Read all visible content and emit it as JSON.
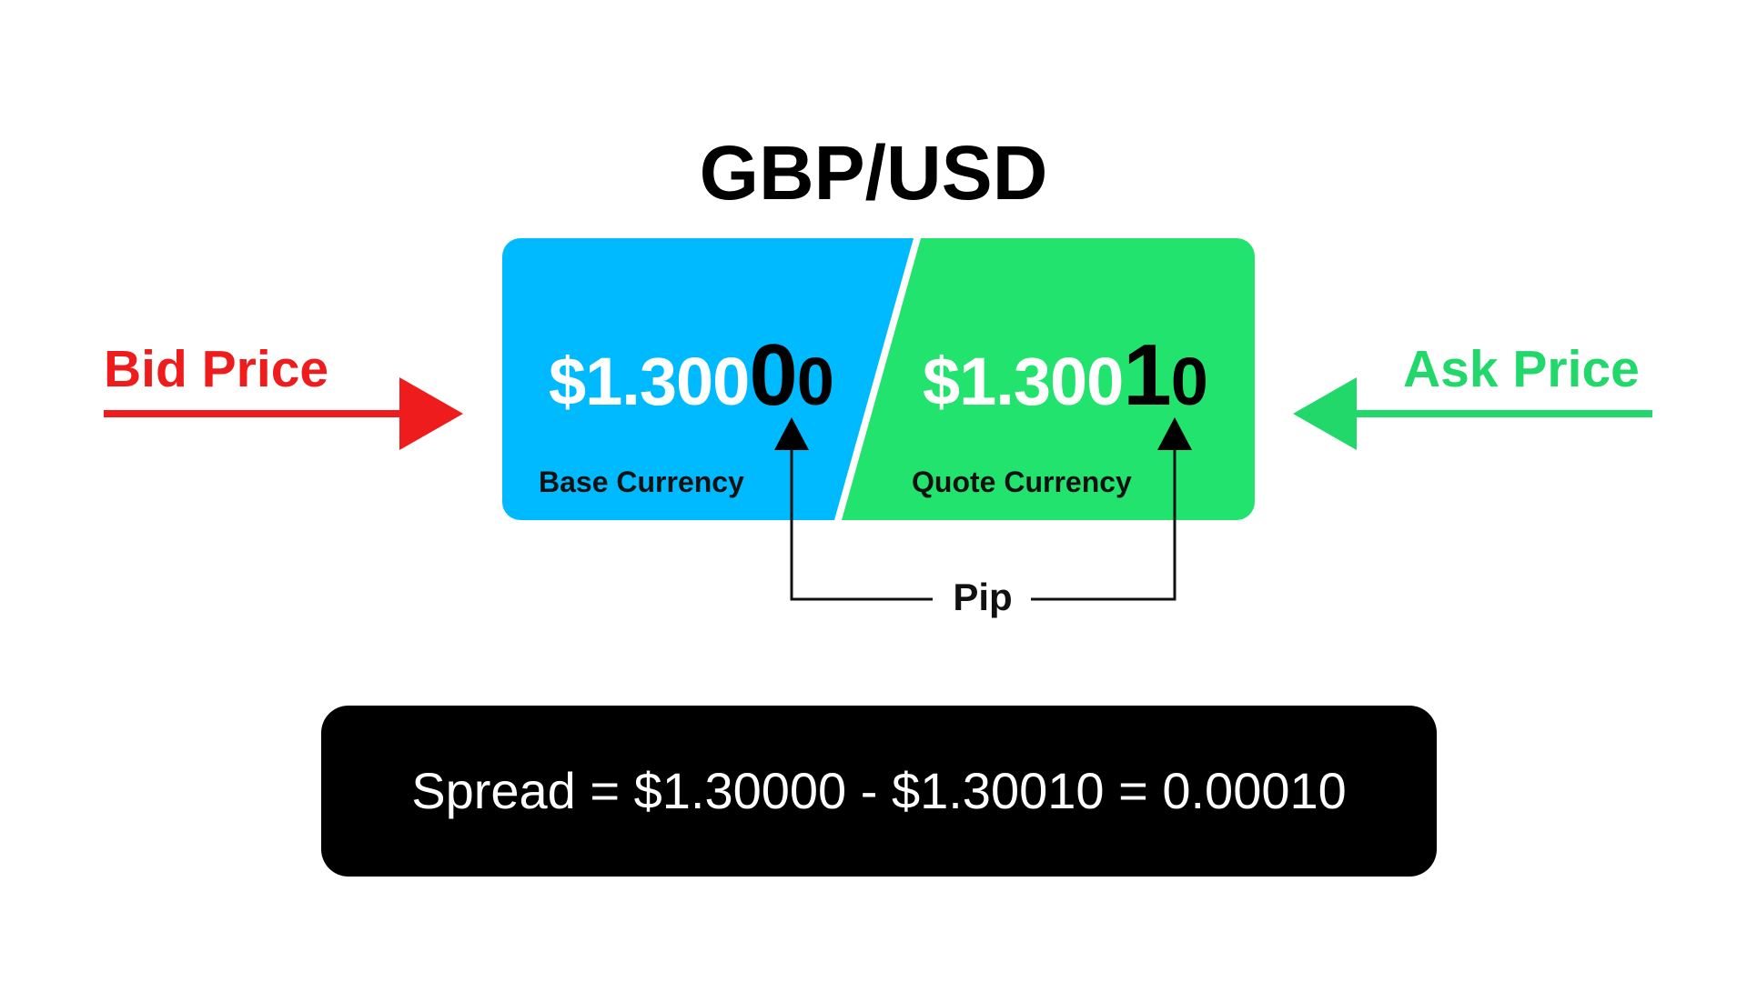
{
  "title": "GBP/USD",
  "bid": {
    "label": "Bid Price",
    "price_main": "$1.300",
    "pip_digit": "0",
    "last_digit": "0",
    "currency_label": "Base Currency"
  },
  "ask": {
    "label": "Ask Price",
    "price_main": "$1.300",
    "pip_digit": "1",
    "last_digit": "0",
    "currency_label": "Quote Currency"
  },
  "pip_label": "Pip",
  "spread_text": "Spread = $1.30000 - $1.30010 = 0.00010",
  "colors": {
    "bid_red": "#ee1c1c",
    "ask_green": "#22d86a",
    "base_blue": "#00baff",
    "quote_green": "#22e36d",
    "text_black": "#000000"
  },
  "icons": [
    "arrow-right-icon",
    "arrow-left-icon",
    "arrow-up-icon"
  ]
}
